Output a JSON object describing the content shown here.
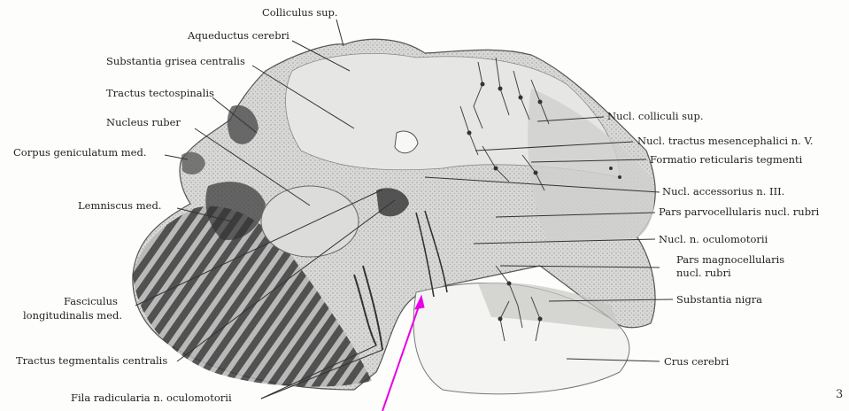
{
  "labels": {
    "colliculus_sup": "Colliculus sup.",
    "aqueductus_cerebri": "Aqueductus cerebri",
    "substantia_grisea_centralis": "Substantia grisea centralis",
    "tractus_tectospinalis": "Tractus tectospinalis",
    "nucleus_ruber": "Nucleus ruber",
    "corpus_geniculatum_med": "Corpus geniculatum med.",
    "lemniscus_med": "Lemniscus med.",
    "fasciculus_line1": "Fasciculus",
    "fasciculus_line2": "longitudinalis med.",
    "tractus_tegmentalis_centralis": "Tractus tegmentalis centralis",
    "fila_radicularia": "Fila radicularia n. oculomotorii",
    "nucl_colliculi_sup": "Nucl. colliculi sup.",
    "nucl_tractus_mesencephalici": "Nucl. tractus mesencephalici n. V.",
    "formatio_reticularis": "Formatio reticularis tegmenti",
    "nucl_accessorius": "Nucl. accessorius n. III.",
    "pars_parvocellularis": "Pars parvocellularis nucl. rubri",
    "nucl_n_oculomotorii": "Nucl. n. oculomotorii",
    "pars_magnocellularis_line1": "Pars magnocellularis",
    "pars_magnocellularis_line2": "nucl. rubri",
    "substantia_nigra": "Substantia nigra",
    "crus_cerebri": "Crus cerebri"
  },
  "page_number": "3",
  "colors": {
    "annotation_arrow": "#e800e8",
    "leader_lines": "#333333",
    "section_fill": "#d9d9d9",
    "dark_fibers": "#2a2a2a"
  }
}
